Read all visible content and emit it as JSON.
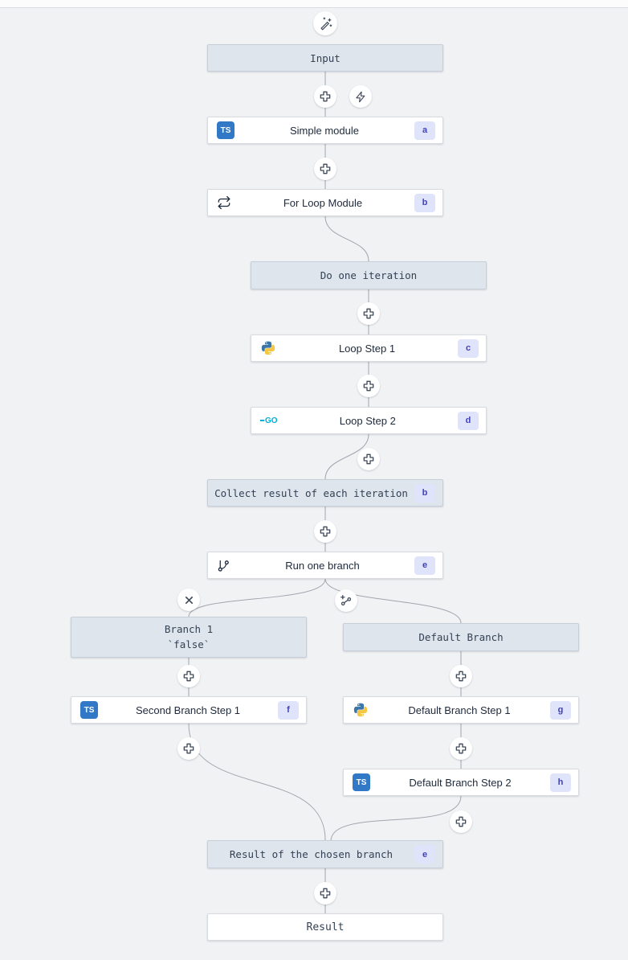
{
  "flow": {
    "input": {
      "label": "Input"
    },
    "simple_module": {
      "label": "Simple module",
      "badge": "a",
      "icon": "typescript-icon"
    },
    "for_loop": {
      "label": "For Loop Module",
      "badge": "b",
      "icon": "repeat-loop-icon"
    },
    "do_one_iteration": {
      "label": "Do one iteration"
    },
    "loop_step_1": {
      "label": "Loop Step 1",
      "badge": "c",
      "icon": "python-icon"
    },
    "loop_step_2": {
      "label": "Loop Step 2",
      "badge": "d",
      "icon": "go-icon"
    },
    "collect_result": {
      "label": "Collect result of each iteration",
      "badge": "b"
    },
    "run_one_branch": {
      "label": "Run one branch",
      "badge": "e",
      "icon": "git-branch-icon"
    },
    "branch_1": {
      "label": "Branch 1",
      "sublabel": "`false`"
    },
    "default_branch": {
      "label": "Default Branch"
    },
    "second_branch_step_1": {
      "label": "Second Branch Step 1",
      "badge": "f",
      "icon": "typescript-icon"
    },
    "default_branch_step_1": {
      "label": "Default Branch Step 1",
      "badge": "g",
      "icon": "python-icon"
    },
    "default_branch_step_2": {
      "label": "Default Branch Step 2",
      "badge": "h",
      "icon": "typescript-icon"
    },
    "result_of_chosen_branch": {
      "label": "Result of the chosen branch",
      "badge": "e"
    },
    "result": {
      "label": "Result"
    }
  },
  "icons": {
    "ts_label": "TS",
    "go_label": "GO",
    "buttons": {
      "ai_builder": "wand-sparkles-icon",
      "insert_step": "plus-icon",
      "trigger": "bolt-icon",
      "remove_branch": "x-icon",
      "add_branch": "git-branch-plus-icon"
    }
  },
  "colors": {
    "canvas": "#f1f2f4",
    "flow_node_bg": "#dee5ec",
    "flow_node_border": "#c6cfd9",
    "module_bg": "#ffffff",
    "badge_bg": "#e0e4fa",
    "badge_text": "#4141b9",
    "edge": "#a0a6ae",
    "icon_stroke": "#3f4a5a",
    "ts_blue": "#3178c6",
    "go_cyan": "#00acd7",
    "python_blue": "#3b77a8",
    "python_yellow": "#f5c642"
  }
}
